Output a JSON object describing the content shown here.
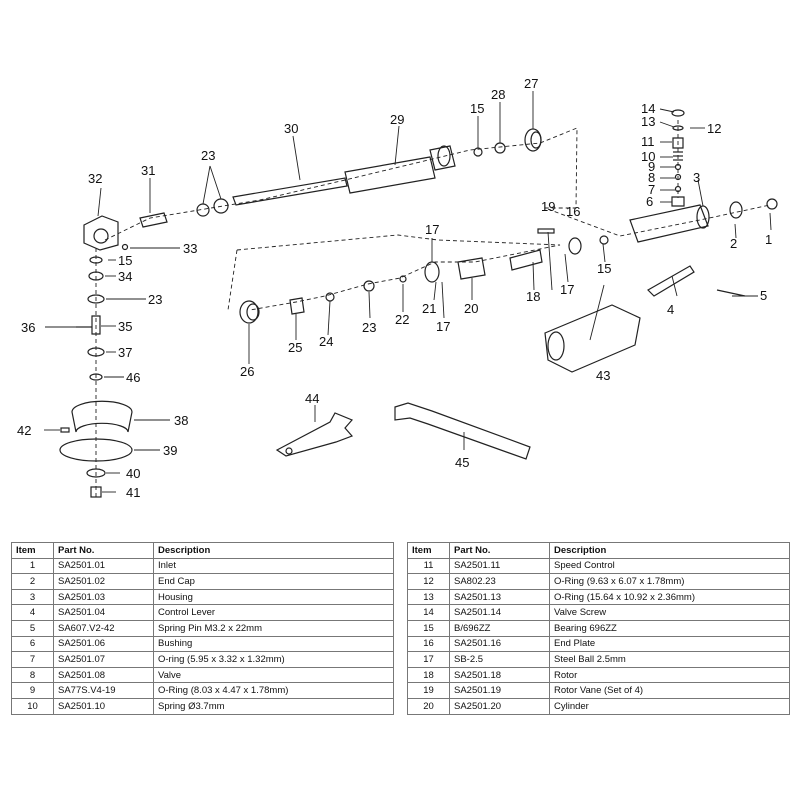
{
  "callouts": [
    {
      "n": "1",
      "label": "1"
    },
    {
      "n": "2",
      "label": "2"
    },
    {
      "n": "3",
      "label": "3"
    },
    {
      "n": "4",
      "label": "4"
    },
    {
      "n": "5",
      "label": "5"
    },
    {
      "n": "6",
      "label": "6"
    },
    {
      "n": "7",
      "label": "7"
    },
    {
      "n": "8",
      "label": "8"
    },
    {
      "n": "9",
      "label": "9"
    },
    {
      "n": "10",
      "label": "10"
    },
    {
      "n": "11",
      "label": "11"
    },
    {
      "n": "12",
      "label": "12"
    },
    {
      "n": "13",
      "label": "13"
    },
    {
      "n": "14",
      "label": "14"
    },
    {
      "n": "15a",
      "label": "15"
    },
    {
      "n": "15b",
      "label": "15"
    },
    {
      "n": "15c",
      "label": "15"
    },
    {
      "n": "16",
      "label": "16"
    },
    {
      "n": "17a",
      "label": "17"
    },
    {
      "n": "17b",
      "label": "17"
    },
    {
      "n": "17c",
      "label": "17"
    },
    {
      "n": "18",
      "label": "18"
    },
    {
      "n": "19",
      "label": "19"
    },
    {
      "n": "20",
      "label": "20"
    },
    {
      "n": "21",
      "label": "21"
    },
    {
      "n": "22",
      "label": "22"
    },
    {
      "n": "23a",
      "label": "23"
    },
    {
      "n": "23b",
      "label": "23"
    },
    {
      "n": "23c",
      "label": "23"
    },
    {
      "n": "24",
      "label": "24"
    },
    {
      "n": "25",
      "label": "25"
    },
    {
      "n": "26",
      "label": "26"
    },
    {
      "n": "27",
      "label": "27"
    },
    {
      "n": "28",
      "label": "28"
    },
    {
      "n": "29",
      "label": "29"
    },
    {
      "n": "30",
      "label": "30"
    },
    {
      "n": "31",
      "label": "31"
    },
    {
      "n": "32",
      "label": "32"
    },
    {
      "n": "33",
      "label": "33"
    },
    {
      "n": "34",
      "label": "34"
    },
    {
      "n": "35",
      "label": "35"
    },
    {
      "n": "36",
      "label": "36"
    },
    {
      "n": "37",
      "label": "37"
    },
    {
      "n": "38",
      "label": "38"
    },
    {
      "n": "39",
      "label": "39"
    },
    {
      "n": "40",
      "label": "40"
    },
    {
      "n": "41",
      "label": "41"
    },
    {
      "n": "42",
      "label": "42"
    },
    {
      "n": "43",
      "label": "43"
    },
    {
      "n": "44",
      "label": "44"
    },
    {
      "n": "45",
      "label": "45"
    },
    {
      "n": "46",
      "label": "46"
    }
  ],
  "table_headers": {
    "item": "Item",
    "part_no": "Part No.",
    "description": "Description"
  },
  "parts_left": [
    {
      "item": "1",
      "part_no": "SA2501.01",
      "description": "Inlet"
    },
    {
      "item": "2",
      "part_no": "SA2501.02",
      "description": "End Cap"
    },
    {
      "item": "3",
      "part_no": "SA2501.03",
      "description": "Housing"
    },
    {
      "item": "4",
      "part_no": "SA2501.04",
      "description": "Control Lever"
    },
    {
      "item": "5",
      "part_no": "SA607.V2-42",
      "description": "Spring Pin M3.2 x 22mm"
    },
    {
      "item": "6",
      "part_no": "SA2501.06",
      "description": "Bushing"
    },
    {
      "item": "7",
      "part_no": "SA2501.07",
      "description": "O-ring (5.95 x 3.32 x 1.32mm)"
    },
    {
      "item": "8",
      "part_no": "SA2501.08",
      "description": "Valve"
    },
    {
      "item": "9",
      "part_no": "SA77S.V4-19",
      "description": "O-Ring (8.03 x 4.47 x 1.78mm)"
    },
    {
      "item": "10",
      "part_no": "SA2501.10",
      "description": "Spring Ø3.7mm"
    }
  ],
  "parts_right": [
    {
      "item": "11",
      "part_no": "SA2501.11",
      "description": "Speed Control"
    },
    {
      "item": "12",
      "part_no": "SA802.23",
      "description": "O-Ring (9.63 x 6.07 x 1.78mm)"
    },
    {
      "item": "13",
      "part_no": "SA2501.13",
      "description": "O-Ring (15.64 x 10.92 x 2.36mm)"
    },
    {
      "item": "14",
      "part_no": "SA2501.14",
      "description": "Valve Screw"
    },
    {
      "item": "15",
      "part_no": "B/696ZZ",
      "description": "Bearing 696ZZ"
    },
    {
      "item": "16",
      "part_no": "SA2501.16",
      "description": "End Plate"
    },
    {
      "item": "17",
      "part_no": "SB-2.5",
      "description": "Steel Ball 2.5mm"
    },
    {
      "item": "18",
      "part_no": "SA2501.18",
      "description": "Rotor"
    },
    {
      "item": "19",
      "part_no": "SA2501.19",
      "description": "Rotor Vane (Set of 4)"
    },
    {
      "item": "20",
      "part_no": "SA2501.20",
      "description": "Cylinder"
    }
  ]
}
